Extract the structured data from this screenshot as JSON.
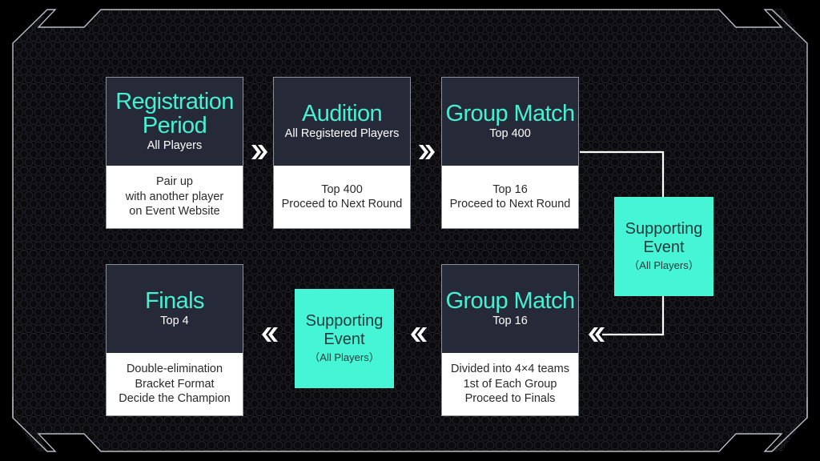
{
  "diagram": {
    "theme": {
      "accent": "#46f0d2",
      "support_fill": "#46f5d6",
      "card_header": "#262938",
      "card_body": "#ffffff",
      "frame_line": "#b8bcc4",
      "connector": "#ffffff"
    },
    "stages": [
      {
        "id": "registration",
        "title_lines": [
          "Registration",
          "Period"
        ],
        "subtitle": "All Players",
        "body_lines": [
          "Pair up",
          "with another player",
          "on Event Website"
        ]
      },
      {
        "id": "audition",
        "title_lines": [
          "Audition"
        ],
        "subtitle": "All Registered Players",
        "body_lines": [
          "Top 400",
          "Proceed to Next Round"
        ]
      },
      {
        "id": "group-match-1",
        "title_lines": [
          "Group Match"
        ],
        "subtitle": "Top 400",
        "body_lines": [
          "Top 16",
          "Proceed to Next Round"
        ]
      },
      {
        "id": "group-match-2",
        "title_lines": [
          "Group Match"
        ],
        "subtitle": "Top 16",
        "body_lines": [
          "Divided into 4×4 teams",
          "1st of Each Group",
          "Proceed to Finals"
        ]
      },
      {
        "id": "finals",
        "title_lines": [
          "Finals"
        ],
        "subtitle": "Top 4",
        "body_lines": [
          "Double-elimination",
          "Bracket Format",
          "Decide the Champion"
        ]
      }
    ],
    "supporting_events": [
      {
        "id": "support-1",
        "title_lines": [
          "Supporting",
          "Event"
        ],
        "subtitle": "（All Players）"
      },
      {
        "id": "support-2",
        "title_lines": [
          "Supporting",
          "Event"
        ],
        "subtitle": "（All Players）"
      }
    ],
    "arrows": {
      "forward_icon": "double-chevron-right",
      "backward_icon": "double-chevron-left"
    }
  }
}
